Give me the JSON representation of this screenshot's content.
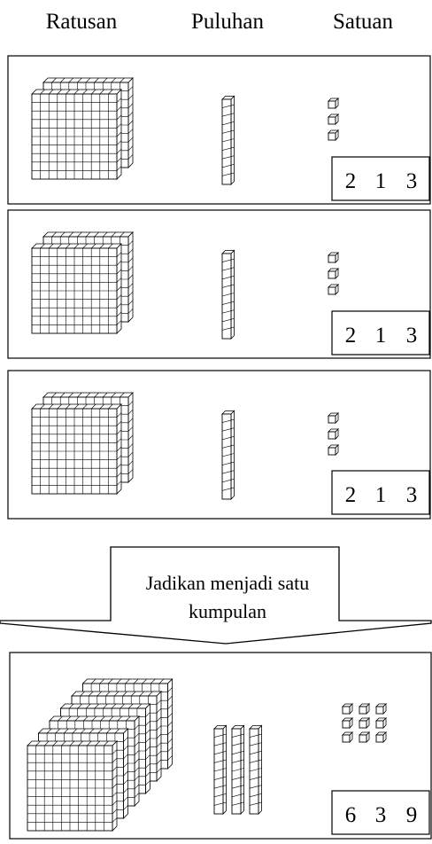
{
  "headers": [
    "Ratusan",
    "Puluhan",
    "Satuan"
  ],
  "rows": [
    {
      "hundreds": 2,
      "tens": 1,
      "ones": 3,
      "digits": [
        "2",
        "1",
        "3"
      ]
    },
    {
      "hundreds": 2,
      "tens": 1,
      "ones": 3,
      "digits": [
        "2",
        "1",
        "3"
      ]
    },
    {
      "hundreds": 2,
      "tens": 1,
      "ones": 3,
      "digits": [
        "2",
        "1",
        "3"
      ]
    }
  ],
  "arrow": {
    "line1": "Jadikan menjadi satu",
    "line2": "kumpulan"
  },
  "result": {
    "hundreds": 6,
    "tens": 3,
    "ones": 9,
    "digits": [
      "6",
      "3",
      "9"
    ]
  }
}
